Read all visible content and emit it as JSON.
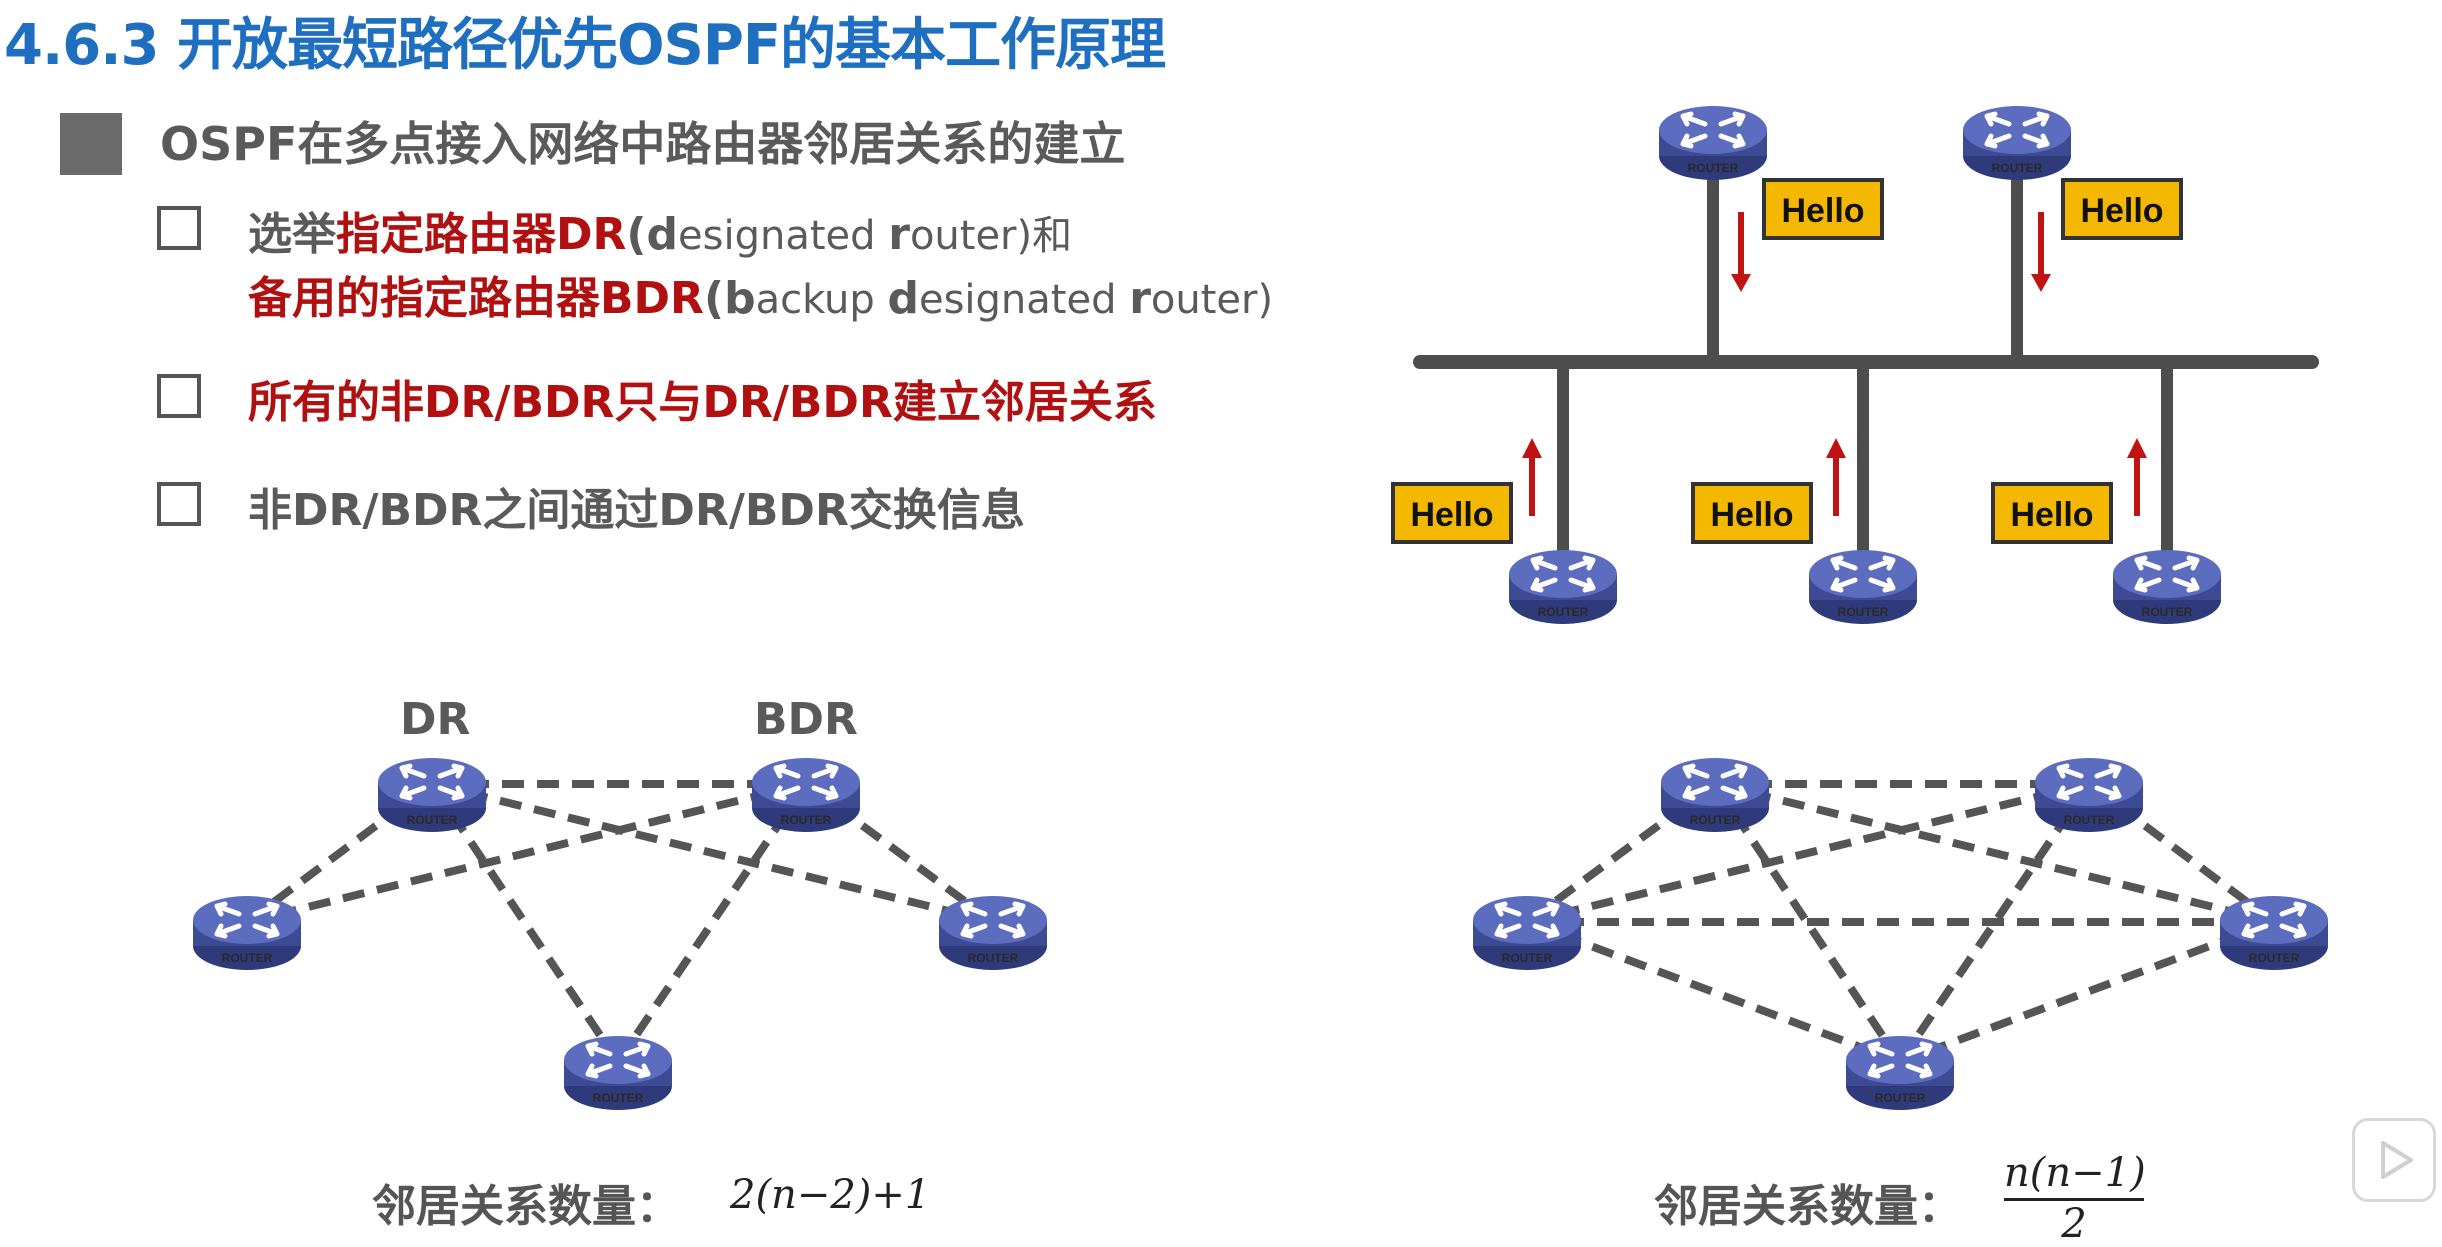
{
  "title": "4.6.3 开放最短路径优先OSPF的基本工作原理",
  "main_bullet": "OSPF在多点接入网络中路由器邻居关系的建立",
  "sub1": {
    "p1": "选举",
    "p2": "指定路由器DR",
    "p3": "(",
    "p4": "d",
    "p5": "esignated ",
    "p6": "r",
    "p7": "outer)和",
    "q1": "备用的指定路由器BDR",
    "q2": "(",
    "q3": "b",
    "q4": "ackup ",
    "q5": "d",
    "q6": "esignated ",
    "q7": "r",
    "q8": "outer)"
  },
  "sub2": "所有的非DR/BDR只与DR/BDR建立邻居关系",
  "sub3": "非DR/BDR之间通过DR/BDR交换信息",
  "router_label": "ROUTER",
  "hello": "Hello",
  "dr_label": "DR",
  "bdr_label": "BDR",
  "formula_label": "邻居关系数量：",
  "formula_left": "2(n−2)+1",
  "formula_right_num": "n(n−1)",
  "formula_right_den": "2",
  "colors": {
    "title": "#1f6fc0",
    "red": "#b01010",
    "router": "#4a5aa8",
    "hello_bg": "#f5b800"
  },
  "icons": [
    "router-icon",
    "up-arrow-icon",
    "down-arrow-icon",
    "play-icon"
  ]
}
